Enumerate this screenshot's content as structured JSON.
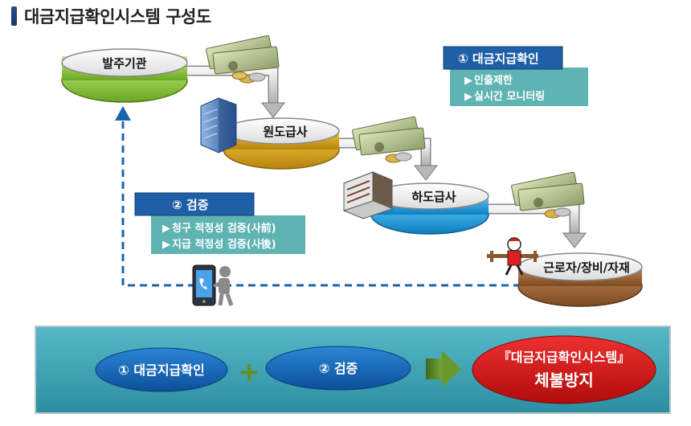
{
  "title": "대금지급확인시스템 구성도",
  "nodes": {
    "client": "발주기관",
    "prime": "원도급사",
    "sub": "하도급사",
    "worker": "근로자/장비/자재"
  },
  "box1": {
    "title": "① 대금지급확인",
    "items": [
      "인출제한",
      "실시간 모니터링"
    ]
  },
  "box2": {
    "title": "② 검증",
    "items": [
      "청구 적정성 검증(사前)",
      "지급 적정성 검증(사後)"
    ]
  },
  "summary": {
    "pill1": "① 대금지급확인",
    "plus": "+",
    "pill2": "② 검증",
    "result_line1": "『대금지급확인시스템』",
    "result_line2": "체불방지"
  },
  "colors": {
    "client": "#8cc63f",
    "prime": "#e6a817",
    "sub": "#1fa8e0",
    "worker": "#a06a3a",
    "box_header": "#1f5fa8",
    "box_body": "#5fb3b3",
    "summary_bg": "#3fa3b5",
    "pill": "#1060b0",
    "result": "#d01818"
  },
  "icons": [
    "money-icon",
    "building-icon",
    "phone-icon",
    "worker-icon",
    "arrow-icon"
  ]
}
